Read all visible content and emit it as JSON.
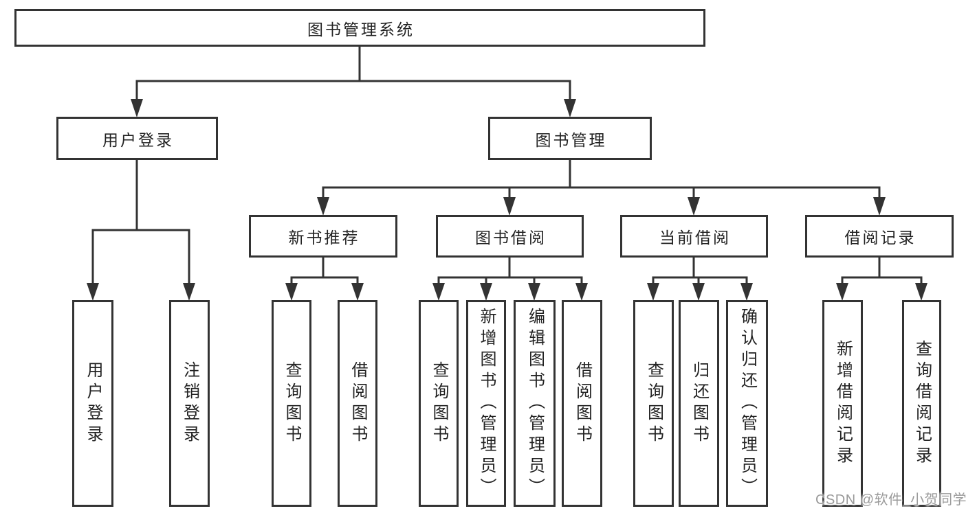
{
  "diagram_title": "图书管理系统",
  "nodes": {
    "root": "图书管理系统",
    "user_login": "用户登录",
    "book_mgmt": "图书管理",
    "new_book_rec": "新书推荐",
    "book_borrow": "图书借阅",
    "current_borrow": "当前借阅",
    "borrow_records": "借阅记录",
    "leaf_user_login": "用户登录",
    "leaf_logout": "注销登录",
    "nbr_query_books": "查询图书",
    "nbr_borrow_books": "借阅图书",
    "bb_query_books": "查询图书",
    "bb_add_books": "新增图书（管理员）",
    "bb_edit_books": "编辑图书（管理员）",
    "bb_borrow_books": "借阅图书",
    "cb_query_books": "查询图书",
    "cb_return_books": "归还图书",
    "cb_confirm_return": "确认归还（管理员）",
    "br_add_record": "新增借阅记录",
    "br_query_record": "查询借阅记录"
  },
  "hierarchy": {
    "图书管理系统": [
      "用户登录",
      "图书管理"
    ],
    "用户登录": [
      "用户登录",
      "注销登录"
    ],
    "图书管理": [
      "新书推荐",
      "图书借阅",
      "当前借阅",
      "借阅记录"
    ],
    "新书推荐": [
      "查询图书",
      "借阅图书"
    ],
    "图书借阅": [
      "查询图书",
      "新增图书（管理员）",
      "编辑图书（管理员）",
      "借阅图书"
    ],
    "当前借阅": [
      "查询图书",
      "归还图书",
      "确认归还（管理员）"
    ],
    "借阅记录": [
      "新增借阅记录",
      "查询借阅记录"
    ]
  },
  "watermark": "CSDN @软件_小贺同学",
  "colors": {
    "line": "#333333",
    "box_border": "#333333",
    "text": "#222222",
    "background": "#ffffff",
    "watermark_text": "#9a9a9a"
  }
}
